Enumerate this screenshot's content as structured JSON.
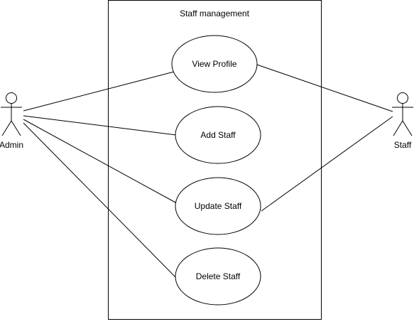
{
  "system": {
    "title": "Staff management"
  },
  "actors": {
    "admin": {
      "label": "Admin"
    },
    "staff": {
      "label": "Staff"
    }
  },
  "use_cases": {
    "view_profile": {
      "label": "View Profile"
    },
    "add_staff": {
      "label": "Add Staff"
    },
    "update_staff": {
      "label": "Update Staff"
    },
    "delete_staff": {
      "label": "Delete Staff"
    }
  },
  "associations": [
    {
      "from": "Admin",
      "to": "View Profile"
    },
    {
      "from": "Admin",
      "to": "Add Staff"
    },
    {
      "from": "Admin",
      "to": "Update Staff"
    },
    {
      "from": "Admin",
      "to": "Delete Staff"
    },
    {
      "from": "Staff",
      "to": "View Profile"
    },
    {
      "from": "Staff",
      "to": "Update Staff"
    }
  ],
  "colors": {
    "stroke": "#000000",
    "fill": "#ffffff",
    "background": "#ffffff"
  }
}
